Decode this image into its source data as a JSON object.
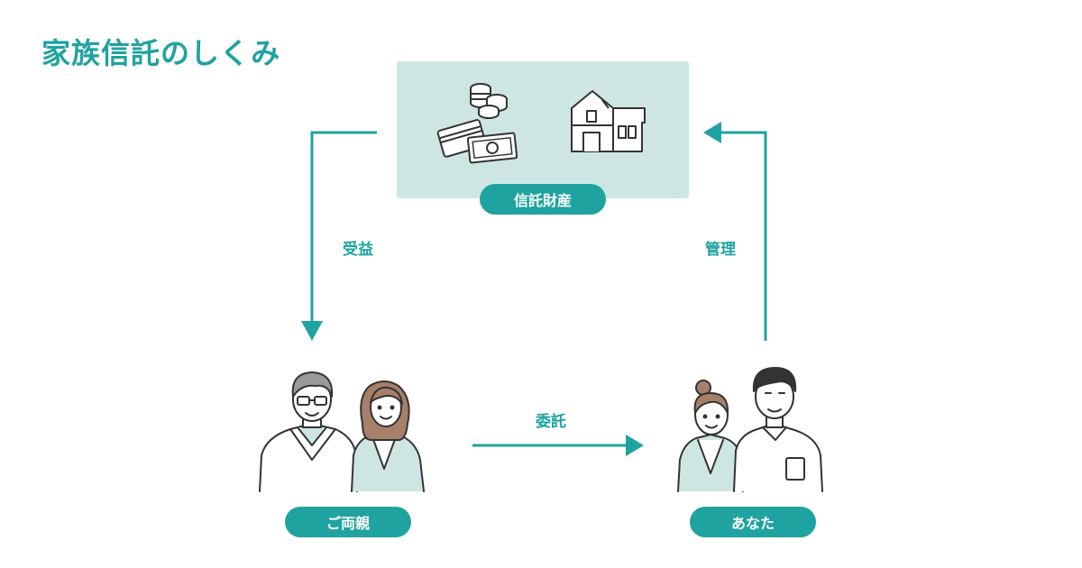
{
  "title": "家族信託のしくみ",
  "trust_property": {
    "label": "信託財産",
    "icons": [
      "coins-icon",
      "credit-card-icon",
      "banknote-icon",
      "house-icon"
    ]
  },
  "parties": {
    "parents": {
      "label": "ご両親",
      "icon": "elderly-couple-icon"
    },
    "you": {
      "label": "あなた",
      "icon": "young-couple-icon"
    }
  },
  "flows": {
    "benefit": "受益",
    "management": "管理",
    "entrustment": "委託"
  },
  "colors": {
    "accent": "#1fa3a0",
    "box": "#cde6e4",
    "line": "#333333",
    "skin": "#ffffff",
    "clothing_accent": "#cde6e4"
  }
}
